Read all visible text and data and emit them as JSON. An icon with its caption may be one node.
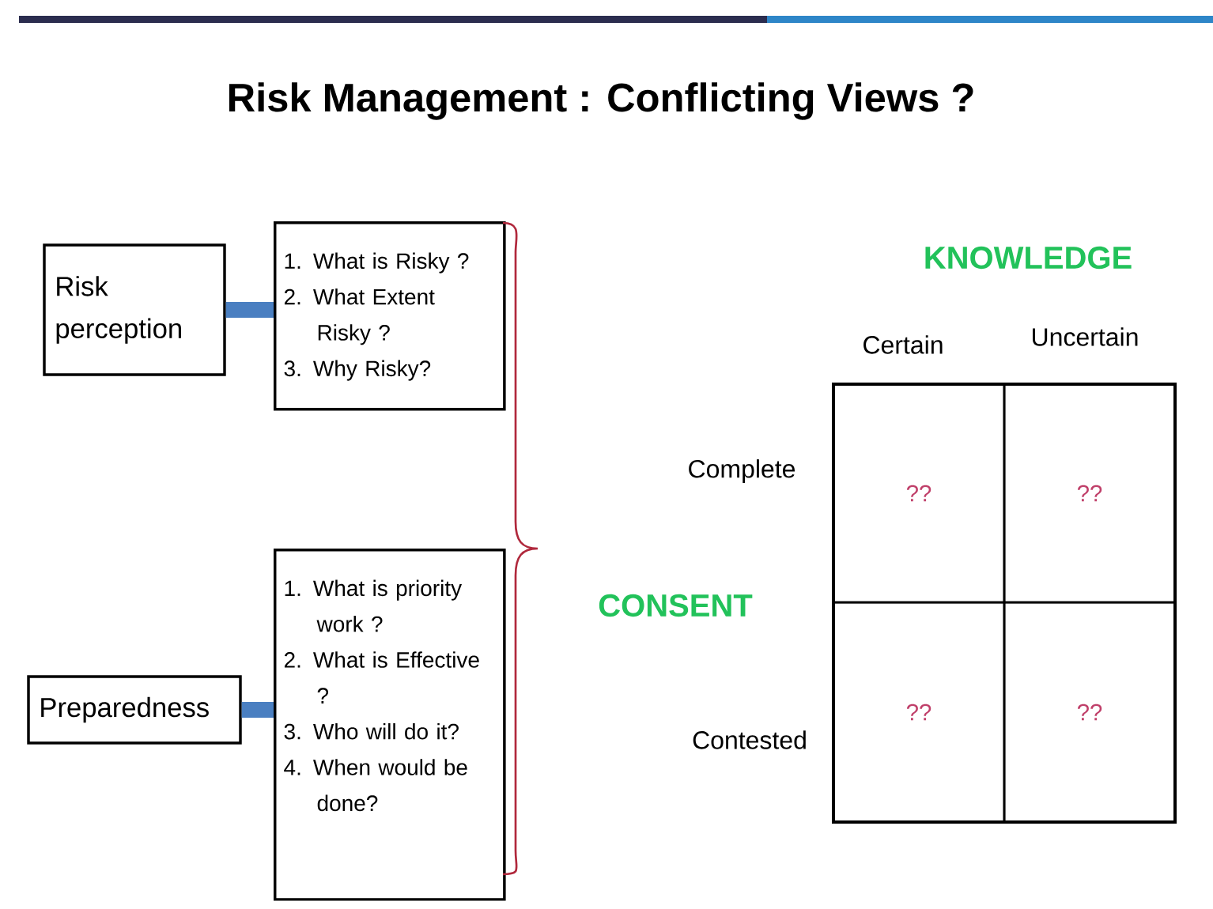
{
  "diagram": {
    "title": "Risk Management : Conflicting Views ?",
    "nodes": [
      {
        "text": [
          "Risk perception"
        ]
      },
      {
        "text": [
          "1. What is Risky ?",
          "2. What Extent Risky ?",
          "3. Why Risky?"
        ]
      },
      {
        "text": [
          "Preparedness"
        ]
      },
      {
        "text": [
          "1. What is priority work ?",
          "2. What is Effective ?",
          "3. Who will do it?",
          "4. When would be done?"
        ]
      },
      {
        "text": [
          "??"
        ]
      },
      {
        "text": [
          "??"
        ]
      },
      {
        "text": [
          "??"
        ]
      },
      {
        "text": [
          "??"
        ]
      }
    ],
    "edges": [
      {
        "from": 0,
        "to": 1,
        "arrow": "none"
      },
      {
        "from": 2,
        "to": 3,
        "arrow": "none"
      }
    ],
    "labels": [
      "KNOWLEDGE",
      "Certain",
      "Uncertain",
      "Complete",
      "CONSENT",
      "Contested"
    ]
  }
}
